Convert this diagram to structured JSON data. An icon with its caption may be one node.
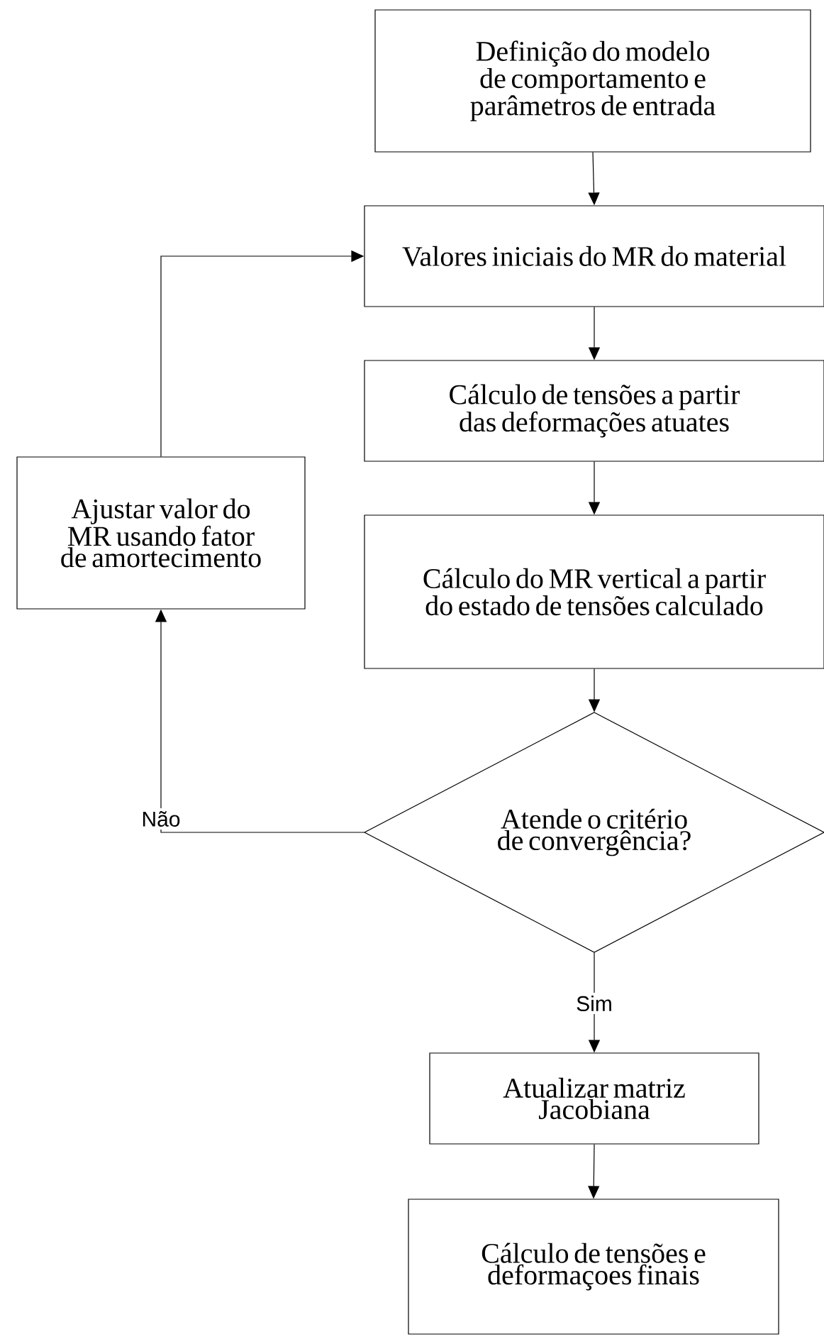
{
  "diagram": {
    "nodes": [
      {
        "text": [
          "Definição do modelo de comportamento e parâmetros de entrada"
        ]
      },
      {
        "text": [
          "Valores iniciais do MR do material"
        ]
      },
      {
        "text": [
          "Cálculo de tensões a partir das deformações atuates"
        ]
      },
      {
        "text": [
          "Cálculo do MR vertical a partir do estado de tensões calculado"
        ]
      },
      {
        "text": [
          "Atende o critério de convergência?"
        ]
      },
      {
        "text": [
          "Ajustar valor do MR usando fator de amortecimento"
        ]
      },
      {
        "text": [
          "Atualizar matriz Jacobiana"
        ]
      },
      {
        "text": [
          "Cálculo de tensões e deformaçoes finais"
        ]
      }
    ],
    "edges": [
      {
        "from": 0,
        "to": 1,
        "arrow": "to"
      },
      {
        "from": 1,
        "to": 2,
        "arrow": "to"
      },
      {
        "from": 2,
        "to": 3,
        "arrow": "to"
      },
      {
        "from": 3,
        "to": 4,
        "arrow": "to"
      },
      {
        "from": 4,
        "to": 6,
        "arrow": "to",
        "label": "Sim"
      },
      {
        "from": 4,
        "to": 5,
        "arrow": "to",
        "label": "Não"
      },
      {
        "from": 5,
        "to": 1,
        "arrow": "to"
      },
      {
        "from": 6,
        "to": 7,
        "arrow": "to"
      }
    ]
  }
}
